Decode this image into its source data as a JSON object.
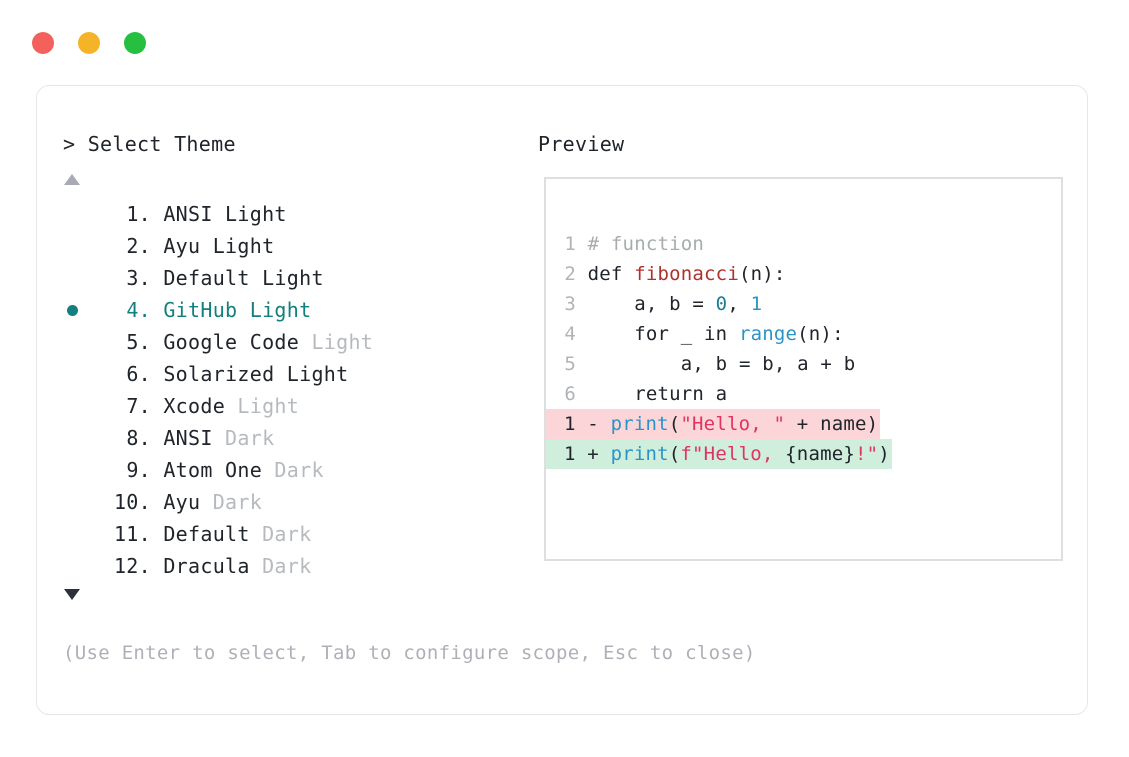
{
  "window": {
    "traffic_lights": [
      {
        "name": "close",
        "color": "#f4615c"
      },
      {
        "name": "minimize",
        "color": "#f5b427"
      },
      {
        "name": "maximize",
        "color": "#26bf3f"
      }
    ]
  },
  "prompt": {
    "caret": ">",
    "title": "Select Theme",
    "scroll_up_icon": "triangle-up",
    "scroll_down_icon": "triangle-down",
    "selected_index": 4,
    "selected_bullet": "●",
    "accent_color": "#11807e"
  },
  "themes": [
    {
      "index": "1.",
      "name": "ANSI",
      "variant": "Light",
      "variant_dim": false,
      "selected": false
    },
    {
      "index": "2.",
      "name": "Ayu",
      "variant": "Light",
      "variant_dim": false,
      "selected": false
    },
    {
      "index": "3.",
      "name": "Default",
      "variant": "Light",
      "variant_dim": false,
      "selected": false
    },
    {
      "index": "4.",
      "name": "GitHub",
      "variant": "Light",
      "variant_dim": false,
      "selected": true
    },
    {
      "index": "5.",
      "name": "Google Code",
      "variant": "Light",
      "variant_dim": true,
      "selected": false
    },
    {
      "index": "6.",
      "name": "Solarized",
      "variant": "Light",
      "variant_dim": false,
      "selected": false
    },
    {
      "index": "7.",
      "name": "Xcode",
      "variant": "Light",
      "variant_dim": true,
      "selected": false
    },
    {
      "index": "8.",
      "name": "ANSI",
      "variant": "Dark",
      "variant_dim": true,
      "selected": false
    },
    {
      "index": "9.",
      "name": "Atom One",
      "variant": "Dark",
      "variant_dim": true,
      "selected": false
    },
    {
      "index": "10.",
      "name": "Ayu",
      "variant": "Dark",
      "variant_dim": true,
      "selected": false
    },
    {
      "index": "11.",
      "name": "Default",
      "variant": "Dark",
      "variant_dim": true,
      "selected": false
    },
    {
      "index": "12.",
      "name": "Dracula",
      "variant": "Dark",
      "variant_dim": true,
      "selected": false
    }
  ],
  "hint": "(Use Enter to select, Tab to configure scope, Esc to close)",
  "preview": {
    "label": "Preview",
    "code_lines": [
      {
        "ln": "1",
        "tokens": [
          {
            "t": "# function",
            "c": "comment"
          }
        ]
      },
      {
        "ln": "2",
        "tokens": [
          {
            "t": "def ",
            "c": "keyword"
          },
          {
            "t": "fibonacci",
            "c": "func"
          },
          {
            "t": "(n):",
            "c": "punct"
          }
        ]
      },
      {
        "ln": "3",
        "tokens": [
          {
            "t": "    a, b = ",
            "c": "plain"
          },
          {
            "t": "0",
            "c": "number"
          },
          {
            "t": ", ",
            "c": "plain"
          },
          {
            "t": "1",
            "c": "number2"
          }
        ]
      },
      {
        "ln": "4",
        "tokens": [
          {
            "t": "    for _ in ",
            "c": "plain"
          },
          {
            "t": "range",
            "c": "builtin"
          },
          {
            "t": "(n):",
            "c": "punct"
          }
        ]
      },
      {
        "ln": "5",
        "tokens": [
          {
            "t": "        a, b = b, a + b",
            "c": "plain"
          }
        ]
      },
      {
        "ln": "6",
        "tokens": [
          {
            "t": "    return a",
            "c": "plain"
          }
        ]
      }
    ],
    "diff_lines": [
      {
        "ln": "1",
        "marker": "-",
        "kind": "minus",
        "background": "#fbd5d8",
        "tokens": [
          {
            "t": "print",
            "c": "builtin"
          },
          {
            "t": "(",
            "c": "punct"
          },
          {
            "t": "\"Hello, \"",
            "c": "string"
          },
          {
            "t": " + name)",
            "c": "plain"
          }
        ]
      },
      {
        "ln": "1",
        "marker": "+",
        "kind": "plus",
        "background": "#cfeedc",
        "tokens": [
          {
            "t": "print",
            "c": "builtin"
          },
          {
            "t": "(",
            "c": "punct"
          },
          {
            "t": "f\"Hello, ",
            "c": "string"
          },
          {
            "t": "{name}",
            "c": "plain"
          },
          {
            "t": "!",
            "c": "strred"
          },
          {
            "t": "\"",
            "c": "string"
          },
          {
            "t": ")",
            "c": "punct"
          }
        ]
      }
    ]
  }
}
